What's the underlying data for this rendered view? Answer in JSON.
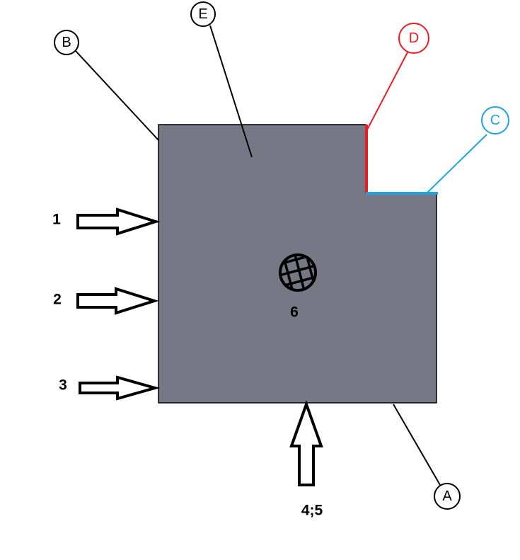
{
  "colors": {
    "block_fill": "#767886",
    "outline": "#000000",
    "edge_D": "#ed1c24",
    "edge_C": "#1fa2e0"
  },
  "callouts": {
    "A": "A",
    "B": "B",
    "C": "C",
    "D": "D",
    "E": "E"
  },
  "arrows": {
    "one": "1",
    "two": "2",
    "three": "3",
    "bottom": "4;5"
  },
  "center_mark": {
    "label": "6",
    "icon": "hatched-circle-icon"
  }
}
